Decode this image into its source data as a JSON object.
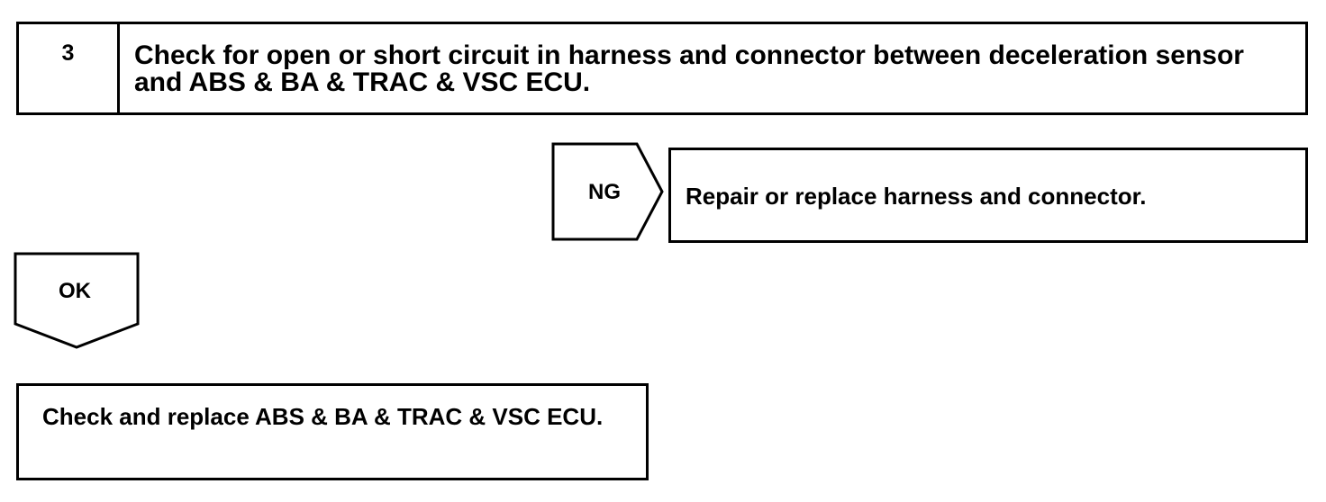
{
  "step": {
    "number": "3",
    "text": "Check for open or short circuit in harness and connector between deceleration sensor and ABS & BA & TRAC & VSC ECU."
  },
  "ng": {
    "label": "NG",
    "result": "Repair or replace harness and connector."
  },
  "ok": {
    "label": "OK",
    "result": "Check and replace ABS & BA & TRAC & VSC ECU."
  },
  "colors": {
    "line": "#000000",
    "background": "#ffffff"
  }
}
